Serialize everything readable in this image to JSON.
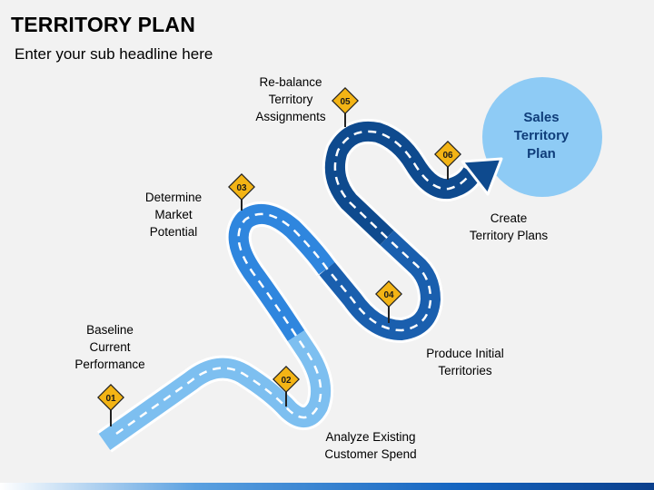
{
  "header": {
    "title": "TERRITORY PLAN",
    "subtitle": "Enter your sub headline here"
  },
  "goal": {
    "text": "Sales\nTerritory\nPlan"
  },
  "steps": [
    {
      "number": "01",
      "label": "Baseline\nCurrent\nPerformance"
    },
    {
      "number": "02",
      "label": "Analyze Existing\nCustomer Spend"
    },
    {
      "number": "03",
      "label": "Determine\nMarket\nPotential"
    },
    {
      "number": "04",
      "label": "Produce Initial\nTerritories"
    },
    {
      "number": "05",
      "label": "Re-balance\nTerritory\nAssignments"
    },
    {
      "number": "06",
      "label": "Create\nTerritory Plans"
    }
  ],
  "colors": {
    "road_light": "#7dbff0",
    "road_mid": "#2f86de",
    "road_dark": "#1a5fae",
    "road_darkest": "#0e4a8e",
    "goal_circle": "#8ecbf5",
    "sign": "#f3b415"
  }
}
